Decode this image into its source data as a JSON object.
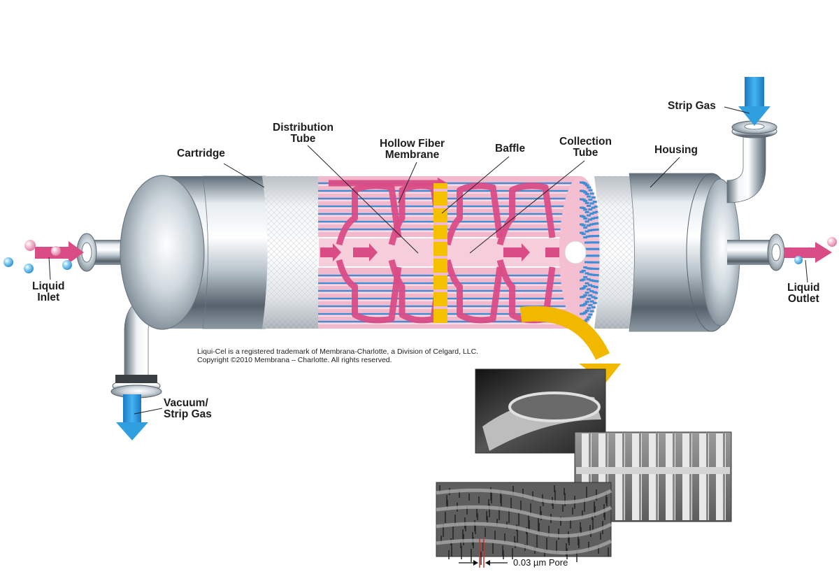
{
  "labels": {
    "cartridge": "Cartridge",
    "distribution_1": "Distribution",
    "distribution_2": "Tube",
    "hollow_1": "Hollow Fiber",
    "hollow_2": "Membrane",
    "baffle": "Baffle",
    "collection_1": "Collection",
    "collection_2": "Tube",
    "housing": "Housing",
    "strip_gas": "Strip Gas",
    "liquid_inlet_1": "Liquid",
    "liquid_inlet_2": "Inlet",
    "liquid_outlet_1": "Liquid",
    "liquid_outlet_2": "Outlet",
    "vacuum_1": "Vacuum/",
    "vacuum_2": "Strip Gas"
  },
  "copyright": {
    "line1": "Liqui-Cel is a registered trademark of Membrana-Charlotte, a Division of Celgard, LLC.",
    "line2": "Copyright ©2010 Membrana – Charlotte.  All rights reserved."
  },
  "pore_label": "0.03 µm Pore",
  "colors": {
    "membrane_pink": "#f2b8cc",
    "flow_magenta": "#d94c86",
    "fiber_blue": "#3a8fd6",
    "baffle_yellow": "#f5c000",
    "gas_blue": "#2f9fe0",
    "callout_yellow": "#f2b800"
  }
}
